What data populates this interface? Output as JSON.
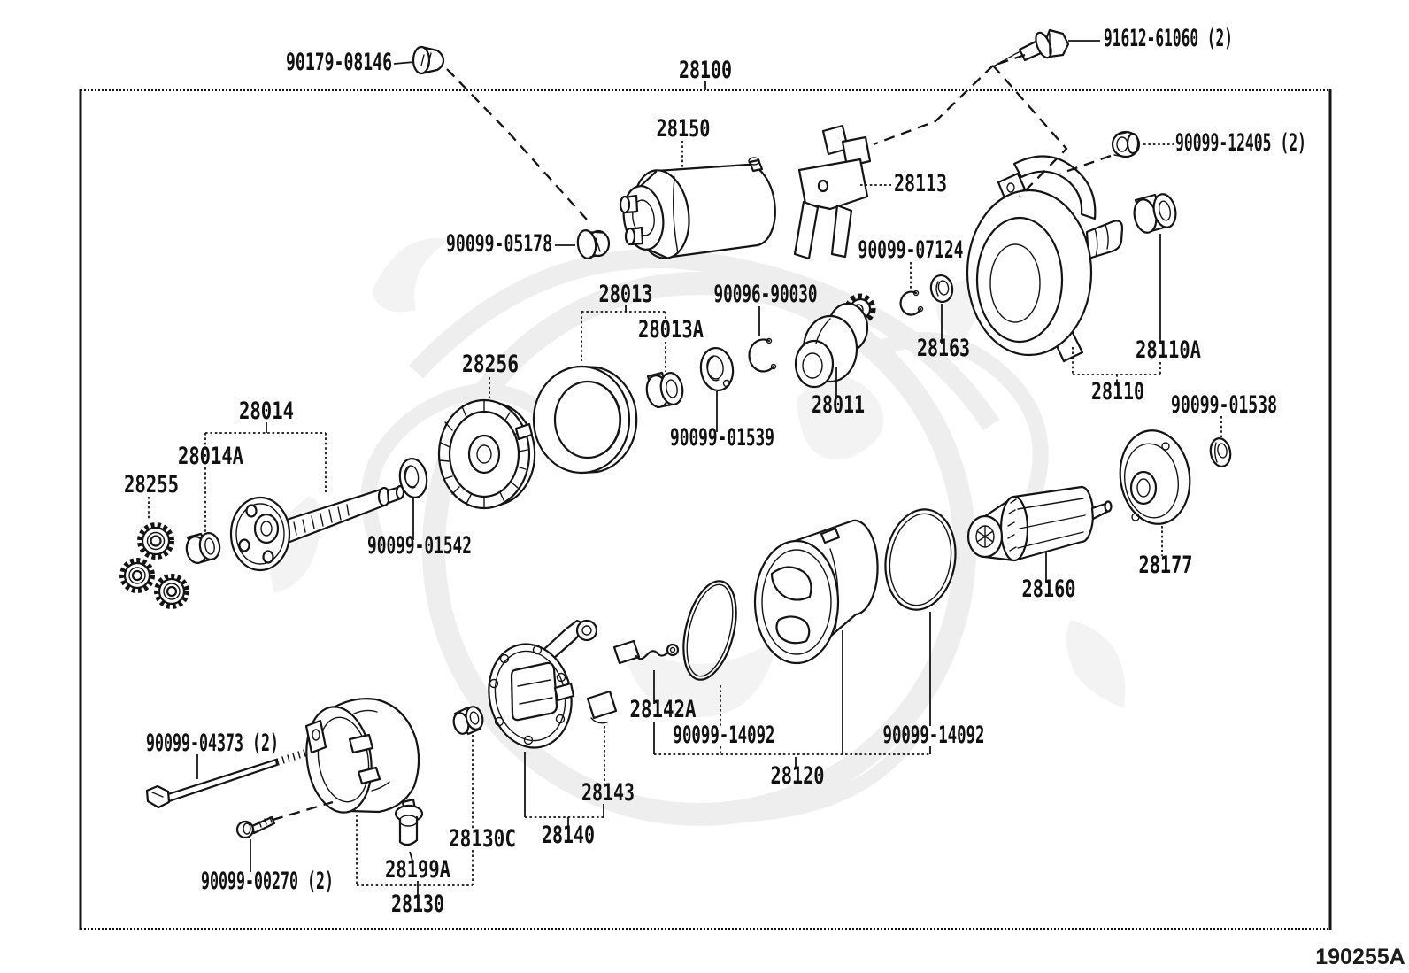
{
  "diagram": {
    "figure_code": "190255A",
    "labels": [
      {
        "text": "90179-08146"
      },
      {
        "text": "28100"
      },
      {
        "text": "91612-61060 (2)"
      },
      {
        "text": "28150"
      },
      {
        "text": "28113"
      },
      {
        "text": "90099-12405 (2)"
      },
      {
        "text": "90099-05178"
      },
      {
        "text": "28013"
      },
      {
        "text": "28013A"
      },
      {
        "text": "90096-90030"
      },
      {
        "text": "90099-07124"
      },
      {
        "text": "28163"
      },
      {
        "text": "28110A"
      },
      {
        "text": "28110"
      },
      {
        "text": "28256"
      },
      {
        "text": "28011"
      },
      {
        "text": "90099-01539"
      },
      {
        "text": "90099-01538"
      },
      {
        "text": "28014"
      },
      {
        "text": "28014A"
      },
      {
        "text": "28255"
      },
      {
        "text": "90099-01542"
      },
      {
        "text": "28177"
      },
      {
        "text": "28160"
      },
      {
        "text": "28142A"
      },
      {
        "text": "90099-14092"
      },
      {
        "text": "90099-14092"
      },
      {
        "text": "28120"
      },
      {
        "text": "90099-04373 (2)"
      },
      {
        "text": "28143"
      },
      {
        "text": "28130C"
      },
      {
        "text": "28140"
      },
      {
        "text": "90099-00270 (2)"
      },
      {
        "text": "28199A"
      },
      {
        "text": "28130"
      }
    ]
  }
}
